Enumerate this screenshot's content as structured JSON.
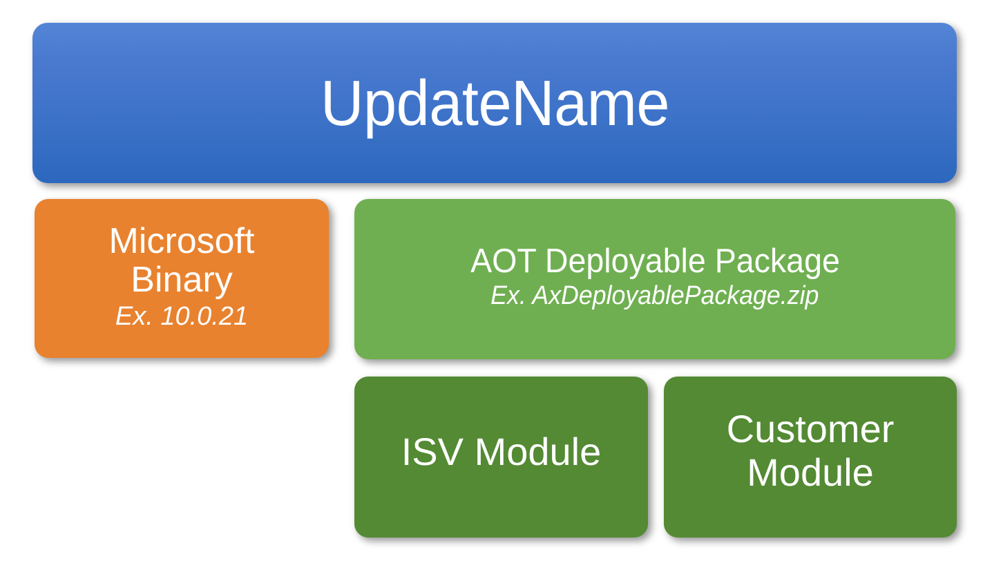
{
  "diagram": {
    "type": "hierarchy-block-diagram",
    "background_color": "#FFFFFF",
    "header": {
      "label": "UpdateName",
      "color": "#4A7AD0",
      "gradient_top": "#5385D6",
      "gradient_bottom": "#2C68BE"
    },
    "nodes": [
      {
        "id": "microsoft-binary",
        "title_line_1": "Microsoft",
        "title_line_2": "Binary",
        "example": "Ex. 10.0.21",
        "color": "#E8822F"
      },
      {
        "id": "aot-deployable-package",
        "title": "AOT Deployable Package",
        "example": "Ex. AxDeployablePackage.zip",
        "color": "#6FAF51"
      },
      {
        "id": "isv-module",
        "title": "ISV Module",
        "color": "#538A33"
      },
      {
        "id": "customer-module",
        "title_line_1": "Customer",
        "title_line_2": "Module",
        "color": "#538A33"
      }
    ]
  }
}
